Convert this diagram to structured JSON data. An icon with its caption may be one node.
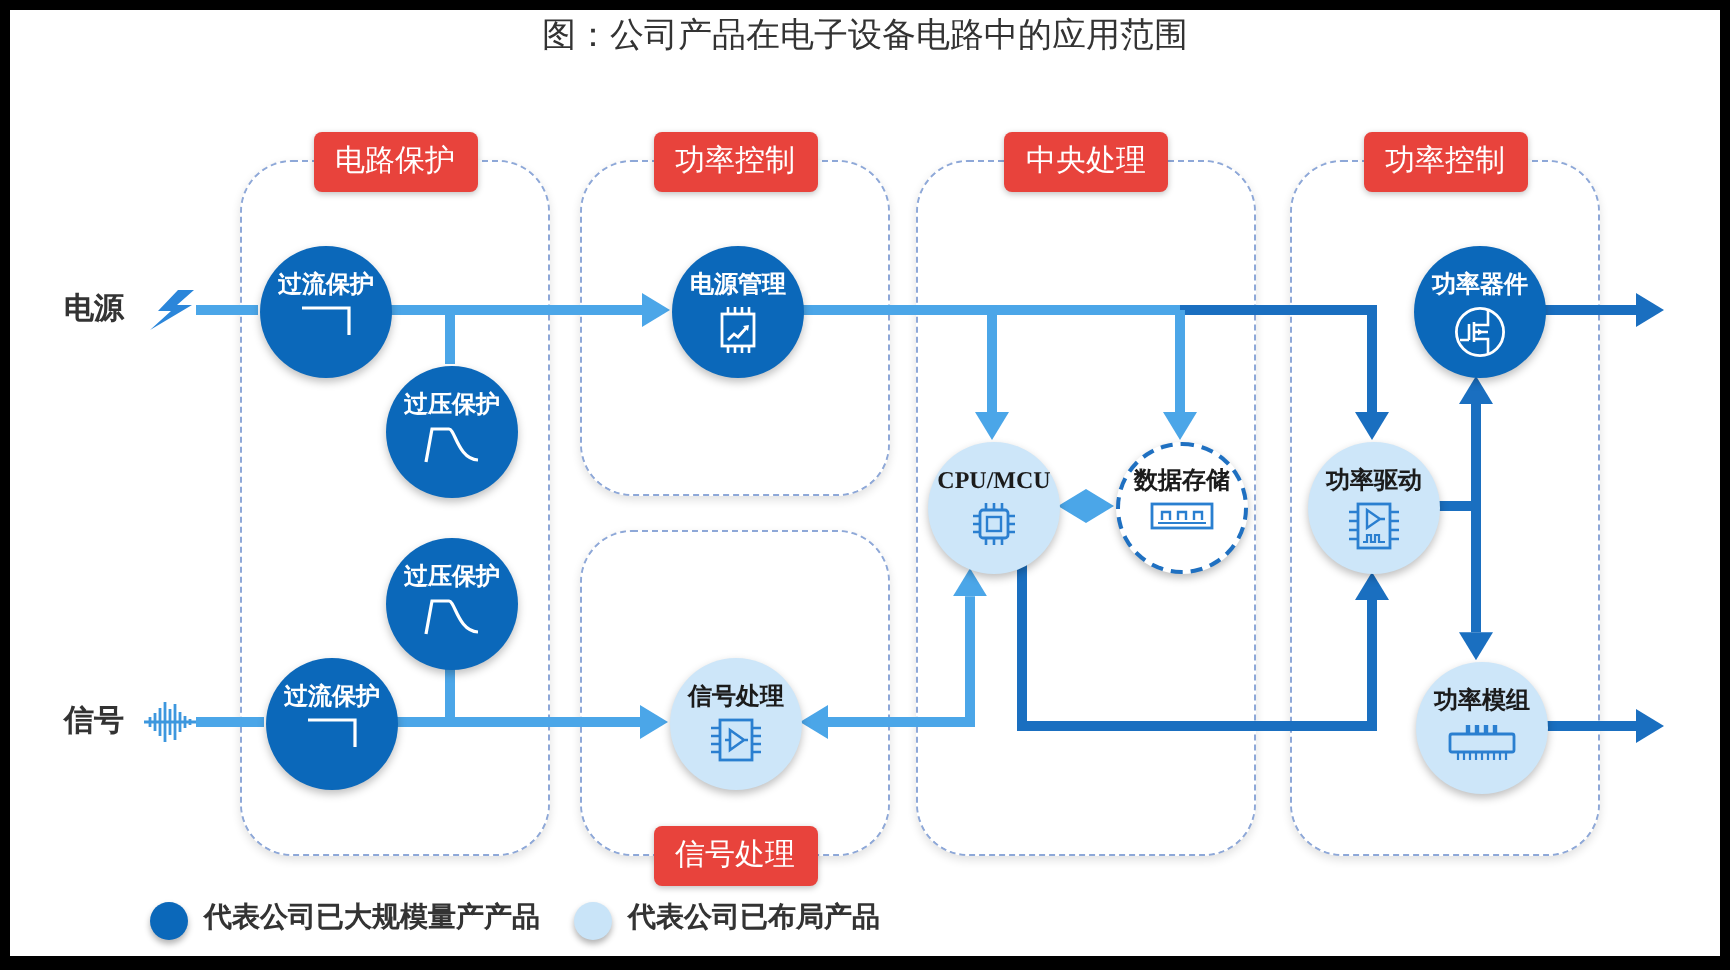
{
  "diagram": {
    "title": "图：公司产品在电子设备电路中的应用范围",
    "nodes": [
      {
        "text": [],
        "shape": "picture",
        "beside": [
          "电源"
        ]
      },
      {
        "text": [
          "电路保护"
        ]
      },
      {
        "text": [
          "过流保护"
        ],
        "in": 1
      },
      {
        "text": [
          "过压保护"
        ],
        "in": 1
      },
      {
        "text": [
          "过压保护"
        ],
        "in": 1
      },
      {
        "text": [
          "过流保护"
        ],
        "in": 1
      },
      {
        "text": [
          "功率控制"
        ]
      },
      {
        "text": [
          "电源管理"
        ],
        "in": 6
      },
      {
        "text": [
          "中央处理"
        ]
      },
      {
        "text": [
          "CPU/MCU"
        ],
        "in": 8
      },
      {
        "text": [
          "数据存储"
        ],
        "in": 8
      },
      {
        "text": [
          "功率控制"
        ]
      },
      {
        "text": [
          "功率器件"
        ],
        "in": 11
      },
      {
        "text": [
          "功率驱动"
        ],
        "in": 11
      },
      {
        "text": [
          "功率模组"
        ],
        "in": 11
      },
      {
        "text": [],
        "shape": "picture",
        "beside": [
          "信号"
        ]
      },
      {
        "text": [
          "信号处理"
        ]
      },
      {
        "text": [
          "信号处理"
        ],
        "in": 16
      }
    ],
    "edges": [
      {
        "from": 0,
        "to": 2,
        "arrow": "none"
      },
      {
        "from": 2,
        "to": 7,
        "arrow": "to"
      },
      {
        "from": 2,
        "to": 3,
        "arrow": "none"
      },
      {
        "from": 7,
        "to": 13,
        "arrow": "to",
        "color": "#1a6fc0"
      },
      {
        "from": 7,
        "to": 9,
        "arrow": "to"
      },
      {
        "from": 7,
        "to": 10,
        "arrow": "to"
      },
      {
        "from": 9,
        "to": 10,
        "arrow": "both"
      },
      {
        "from": 15,
        "to": 5,
        "arrow": "none"
      },
      {
        "from": 5,
        "to": 17,
        "arrow": "to"
      },
      {
        "from": 5,
        "to": 4,
        "arrow": "none"
      },
      {
        "from": 17,
        "to": 9,
        "arrow": "both"
      },
      {
        "from": 9,
        "to": 13,
        "arrow": "to",
        "color": "#1a6fc0"
      },
      {
        "from": 13,
        "to": 12,
        "arrow": "to",
        "color": "#1a6fc0"
      },
      {
        "from": 13,
        "to": 14,
        "arrow": "to",
        "color": "#1a6fc0"
      },
      {
        "from": 12,
        "to": null,
        "arrow": "to",
        "color": "#1a6fc0"
      },
      {
        "from": 14,
        "to": null,
        "arrow": "to",
        "color": "#1a6fc0"
      }
    ],
    "legend": [
      {
        "text": "代表公司已大规模量产产品",
        "color": "#0b68ba"
      },
      {
        "text": "代表公司已布局产品",
        "color": "#c9e4f8"
      }
    ]
  }
}
